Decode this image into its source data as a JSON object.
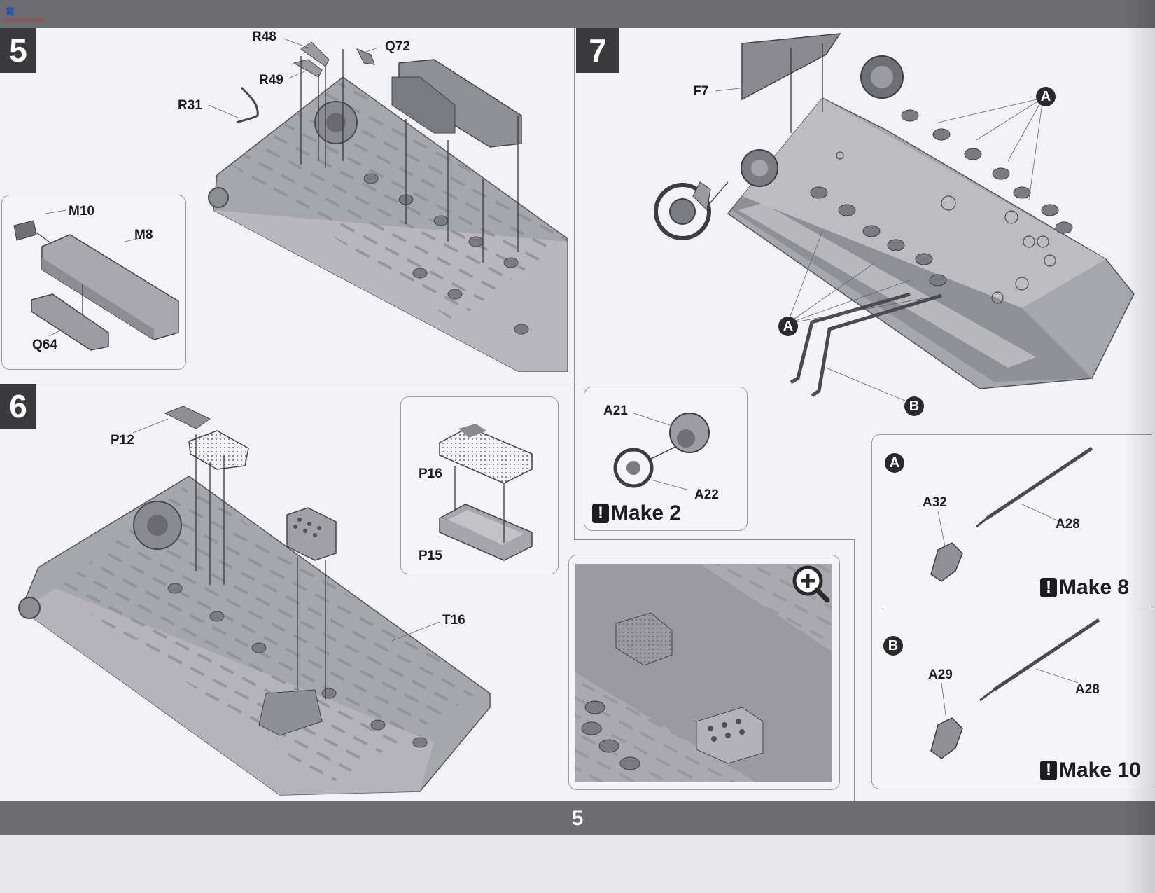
{
  "header": {
    "logo_text": "富",
    "logo_sub": "gas-shop.com"
  },
  "page_number": "5",
  "steps": {
    "s5": {
      "number": "5",
      "labels": {
        "r48": "R48",
        "q72": "Q72",
        "r49": "R49",
        "r31": "R31"
      }
    },
    "s5_inset": {
      "labels": {
        "m10": "M10",
        "m8": "M8",
        "q64": "Q64"
      }
    },
    "s6": {
      "number": "6",
      "labels": {
        "p12": "P12",
        "t16": "T16"
      }
    },
    "s6_inset": {
      "labels": {
        "p16": "P16",
        "p15": "P15"
      }
    },
    "s7": {
      "number": "7",
      "labels": {
        "f7": "F7",
        "a": "A",
        "b": "B"
      }
    },
    "s7_inset": {
      "labels": {
        "a21": "A21",
        "a22": "A22"
      },
      "make": "Make 2"
    },
    "sub_a": {
      "marker": "A",
      "labels": {
        "a32": "A32",
        "a28": "A28"
      },
      "make": "Make 8"
    },
    "sub_b": {
      "marker": "B",
      "labels": {
        "a29": "A29",
        "a28": "A28"
      },
      "make": "Make 10"
    }
  },
  "icons": {
    "exclamation": "!",
    "zoom": "zoom-in-icon"
  }
}
